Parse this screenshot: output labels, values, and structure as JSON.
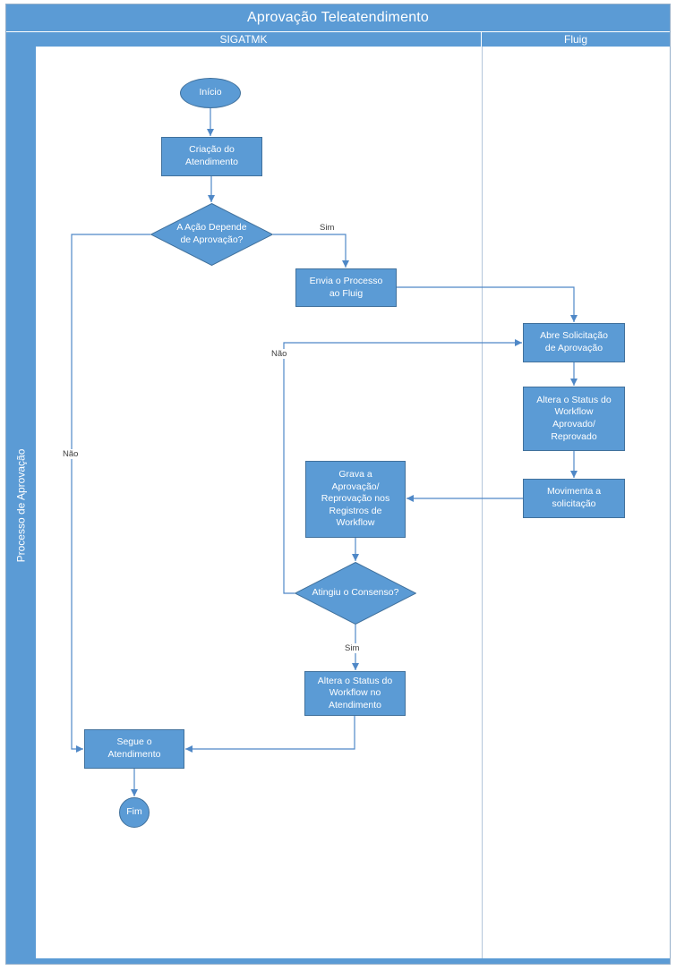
{
  "title": "Aprovação Teleatendimento",
  "lanes": {
    "sigatmk": "SIGATMK",
    "fluig": "Fluig"
  },
  "sidebar_label": "Processo de Aprovação",
  "nodes": {
    "inicio": "Início",
    "criacao_atendimento": "Criação do\nAtendimento",
    "depende_aprovacao": "A Ação Depende\nde Aprovação?",
    "envia_processo": "Envia o Processo\nao Fluig",
    "abre_solicitacao": "Abre Solicitação\nde Aprovação",
    "altera_status_workflow": "Altera o Status do\nWorkflow\nAprovado/\nReprovado",
    "movimenta_solicitacao": "Movimenta a\nsolicitação",
    "grava_aprovacao": "Grava a\nAprovação/\nReprovação nos\nRegistros de\nWorkflow",
    "atingiu_consenso": "Atingiu o Consenso?",
    "altera_status_atendimento": "Altera o Status do\nWorkflow no\nAtendimento",
    "segue_atendimento": "Segue o\nAtendimento",
    "fim": "Fim"
  },
  "edge_labels": {
    "sim_depende": "Sim",
    "nao_depende": "Não",
    "nao_consenso": "Não",
    "sim_consenso": "Sim"
  },
  "colors": {
    "shape_fill": "#5B9BD5",
    "shape_border": "#41719C",
    "connector": "#4F88C7",
    "text": "#FFFFFF",
    "frame": "#95AFC9"
  }
}
